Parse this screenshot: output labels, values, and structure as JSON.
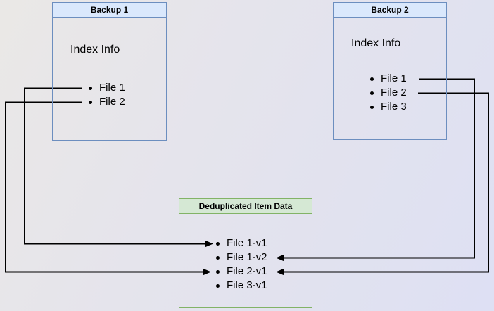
{
  "diagram": {
    "backup1": {
      "title": "Backup 1",
      "subtitle": "Index Info",
      "items": [
        "File 1",
        "File 2"
      ]
    },
    "backup2": {
      "title": "Backup 2",
      "subtitle": "Index Info",
      "items": [
        "File 1",
        "File 2",
        "File 3"
      ]
    },
    "dedup": {
      "title": "Deduplicated Item Data",
      "items": [
        "File 1-v1",
        "File 1-v2",
        "File 2-v1",
        "File 3-v1"
      ]
    },
    "connections": [
      {
        "from": "Backup 1 / File 1",
        "to": "File 1-v1",
        "side": "left"
      },
      {
        "from": "Backup 1 / File 2",
        "to": "File 2-v1",
        "side": "left"
      },
      {
        "from": "Backup 2 / File 1",
        "to": "File 1-v2",
        "side": "right"
      },
      {
        "from": "Backup 2 / File 2",
        "to": "File 2-v1",
        "side": "right"
      }
    ],
    "colors": {
      "backup_box_border": "#6c8ebf",
      "backup_box_header_fill": "#dae8fc",
      "dedup_box_border": "#82b366",
      "dedup_box_header_fill": "#d5e8d4",
      "arrow": "#000000",
      "text": "#000000"
    }
  }
}
